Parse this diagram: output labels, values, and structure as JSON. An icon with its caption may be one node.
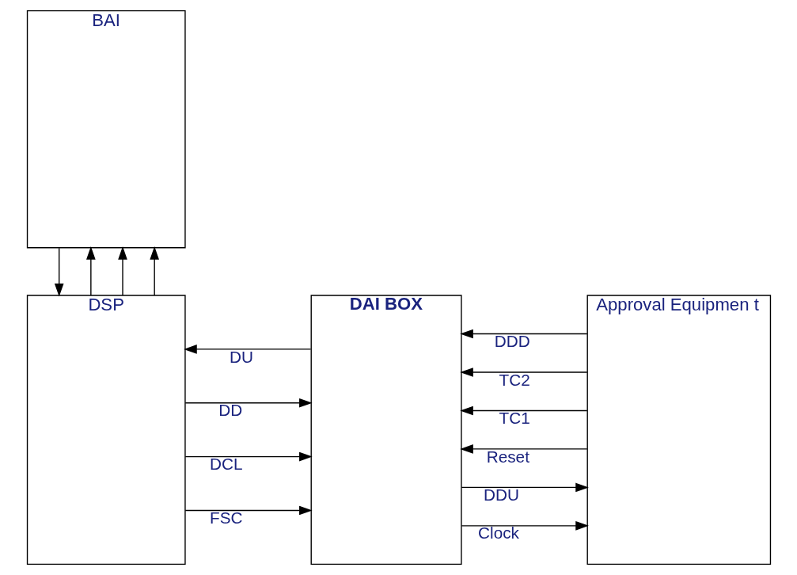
{
  "diagram": {
    "nodes": [
      {
        "text": [
          "BAI"
        ]
      },
      {
        "text": [
          "DSP"
        ]
      },
      {
        "text": [
          "DAI BOX"
        ]
      },
      {
        "text": [
          "Approval Equipmen t"
        ]
      }
    ],
    "edges": [
      {
        "from": 1,
        "to": 2,
        "arrow": "to",
        "label": "FSC"
      },
      {
        "from": 1,
        "to": 0,
        "arrow": "to"
      },
      {
        "from": 1,
        "to": 2,
        "arrow": "to",
        "label": "DCL"
      },
      {
        "from": 1,
        "to": 0,
        "arrow": "to"
      },
      {
        "from": 1,
        "to": 2,
        "arrow": "to",
        "label": "DD"
      },
      {
        "from": 1,
        "to": 0,
        "arrow": "to"
      },
      {
        "from": 2,
        "to": 1,
        "arrow": "to",
        "label": "DU"
      },
      {
        "from": 0,
        "to": 1,
        "arrow": "to"
      },
      {
        "from": 2,
        "to": 3,
        "arrow": "to",
        "label": "Clock"
      },
      {
        "from": 2,
        "to": 3,
        "arrow": "to",
        "label": "DDU"
      },
      {
        "from": 3,
        "to": 2,
        "arrow": "to",
        "label": "Reset"
      },
      {
        "from": 3,
        "to": 2,
        "arrow": "to",
        "label": "TC1"
      },
      {
        "from": 3,
        "to": 2,
        "arrow": "to",
        "label": "TC2"
      },
      {
        "from": 3,
        "to": 2,
        "arrow": "to",
        "label": "DDD"
      }
    ]
  }
}
